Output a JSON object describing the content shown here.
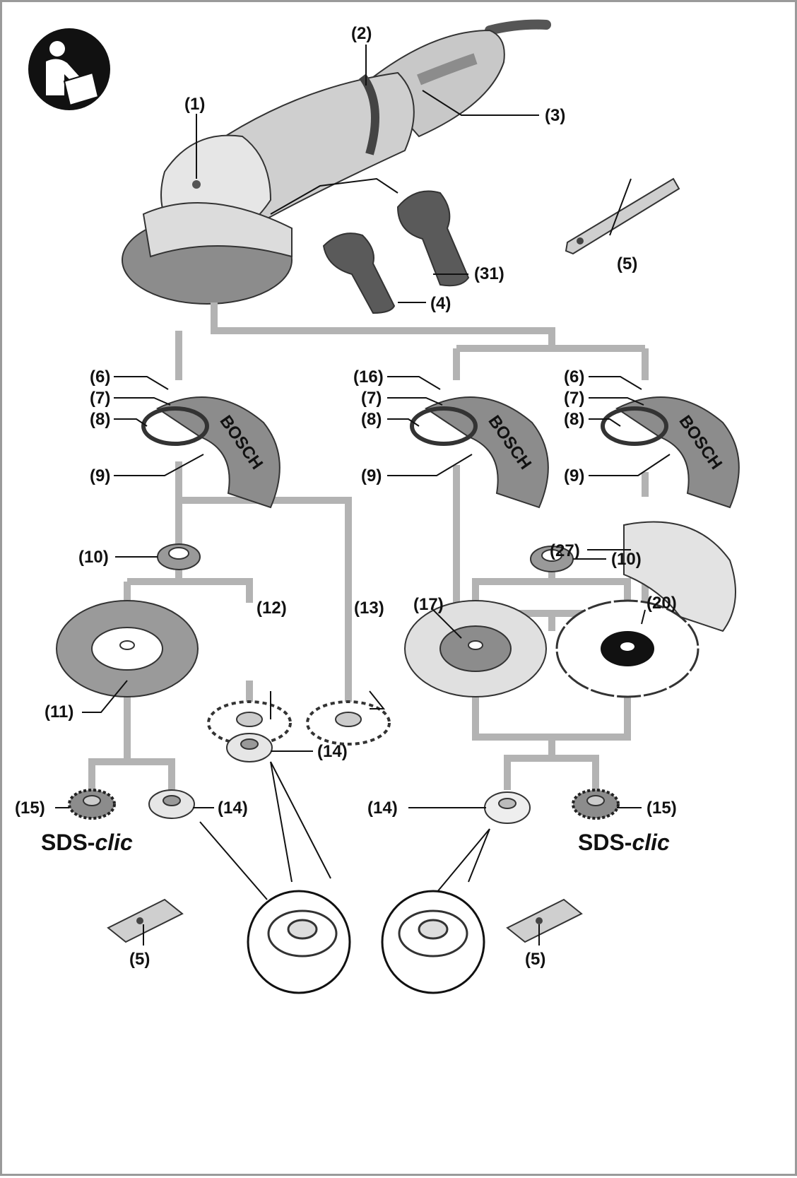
{
  "labels": {
    "p1": "(1)",
    "p2": "(2)",
    "p3": "(3)",
    "p4": "(4)",
    "p5a": "(5)",
    "p31": "(31)",
    "p6a": "(6)",
    "p7a": "(7)",
    "p8a": "(8)",
    "p9a": "(9)",
    "p16": "(16)",
    "p7b": "(7)",
    "p8b": "(8)",
    "p9b": "(9)",
    "p6c": "(6)",
    "p7c": "(7)",
    "p8c": "(8)",
    "p9c": "(9)",
    "p27": "(27)",
    "p10a": "(10)",
    "p10b": "(10)",
    "p11": "(11)",
    "p12": "(12)",
    "p13": "(13)",
    "p17": "(17)",
    "p20": "(20)",
    "p14a": "(14)",
    "p14b": "(14)",
    "p14c": "(14)",
    "p15a": "(15)",
    "p15b": "(15)",
    "p5b": "(5)",
    "p5c": "(5)"
  },
  "sds": {
    "prefix": "SDS-",
    "suffix": "clic"
  },
  "guard_brand": "BOSCH",
  "icons": {
    "manual": "read-manual-icon"
  },
  "colors": {
    "connector": "#b3b3b3",
    "ink": "#111111",
    "part_grey": "#8c8c8c"
  }
}
